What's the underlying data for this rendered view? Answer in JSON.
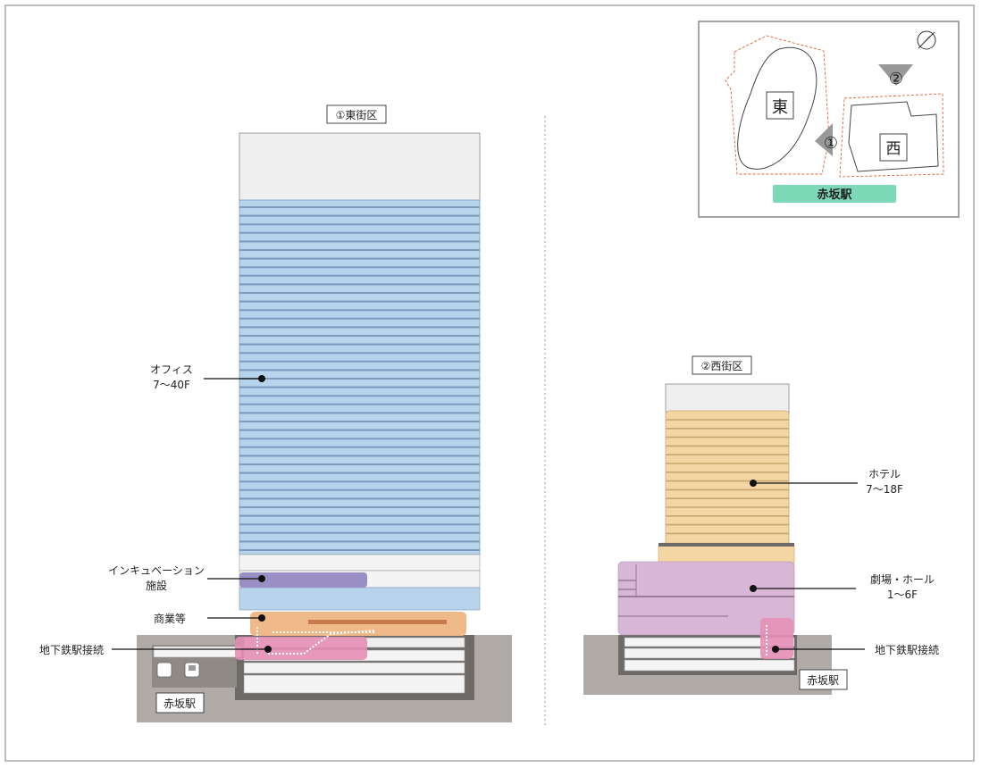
{
  "east": {
    "title": "①東街区",
    "office_label_1": "オフィス",
    "office_label_2": "7～40F",
    "incubation_label_1": "インキュベーション",
    "incubation_label_2": "施設",
    "commercial_label": "商業等",
    "subway_label": "地下鉄駅接続",
    "station_label": "赤坂駅"
  },
  "west": {
    "title": "②西街区",
    "hotel_label_1": "ホテル",
    "hotel_label_2": "7～18F",
    "theater_label_1": "劇場・ホール",
    "theater_label_2": "1～6F",
    "subway_label": "地下鉄駅接続",
    "station_label": "赤坂駅"
  },
  "inset": {
    "east_label": "東",
    "west_label": "西",
    "marker_1": "①",
    "marker_2": "②",
    "station_label": "赤坂駅"
  },
  "colors": {
    "office": "#b8d4ec",
    "office_line": "#7a9bbd",
    "incubation": "#9a8fc4",
    "commercial": "#f0b98a",
    "subway": "#e58fb6",
    "hotel": "#f3d6a3",
    "hotel_line": "#c9a56f",
    "theater": "#d8b6d6",
    "ground": "#b0aba7",
    "station_bar": "#7dd8b8"
  }
}
